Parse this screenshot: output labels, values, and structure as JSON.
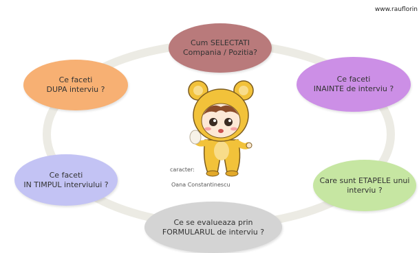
{
  "watermark": "www.rauflorin",
  "cycle": {
    "nodes": [
      {
        "id": "n1",
        "lines": [
          "Cum SELECTATI",
          "Compania / Pozitia?"
        ],
        "color": "#b97a7b"
      },
      {
        "id": "n2",
        "lines": [
          "Ce faceti",
          "INAINTE de interviu ?"
        ],
        "color": "#cc8fe6"
      },
      {
        "id": "n3",
        "lines": [
          "Care sunt ETAPELE unui",
          "interviu ?"
        ],
        "color": "#c6e6a2"
      },
      {
        "id": "n4",
        "lines": [
          "Ce se evalueaza prin",
          "FORMULARUL de interviu ?"
        ],
        "color": "#d4d4d4"
      },
      {
        "id": "n5",
        "lines": [
          "Ce faceti",
          "IN TIMPUL interviului ?"
        ],
        "color": "#c3c3f4"
      },
      {
        "id": "n6",
        "lines": [
          "Ce faceti",
          "DUPA interviu ?"
        ],
        "color": "#f7b073"
      }
    ],
    "ring_color": "#ecebe4"
  },
  "character": {
    "caption_label": "caracter:",
    "caption_author": "Oana Constantinescu",
    "suit_color": "#f2c23a",
    "outline_color": "#7a5a1e"
  }
}
